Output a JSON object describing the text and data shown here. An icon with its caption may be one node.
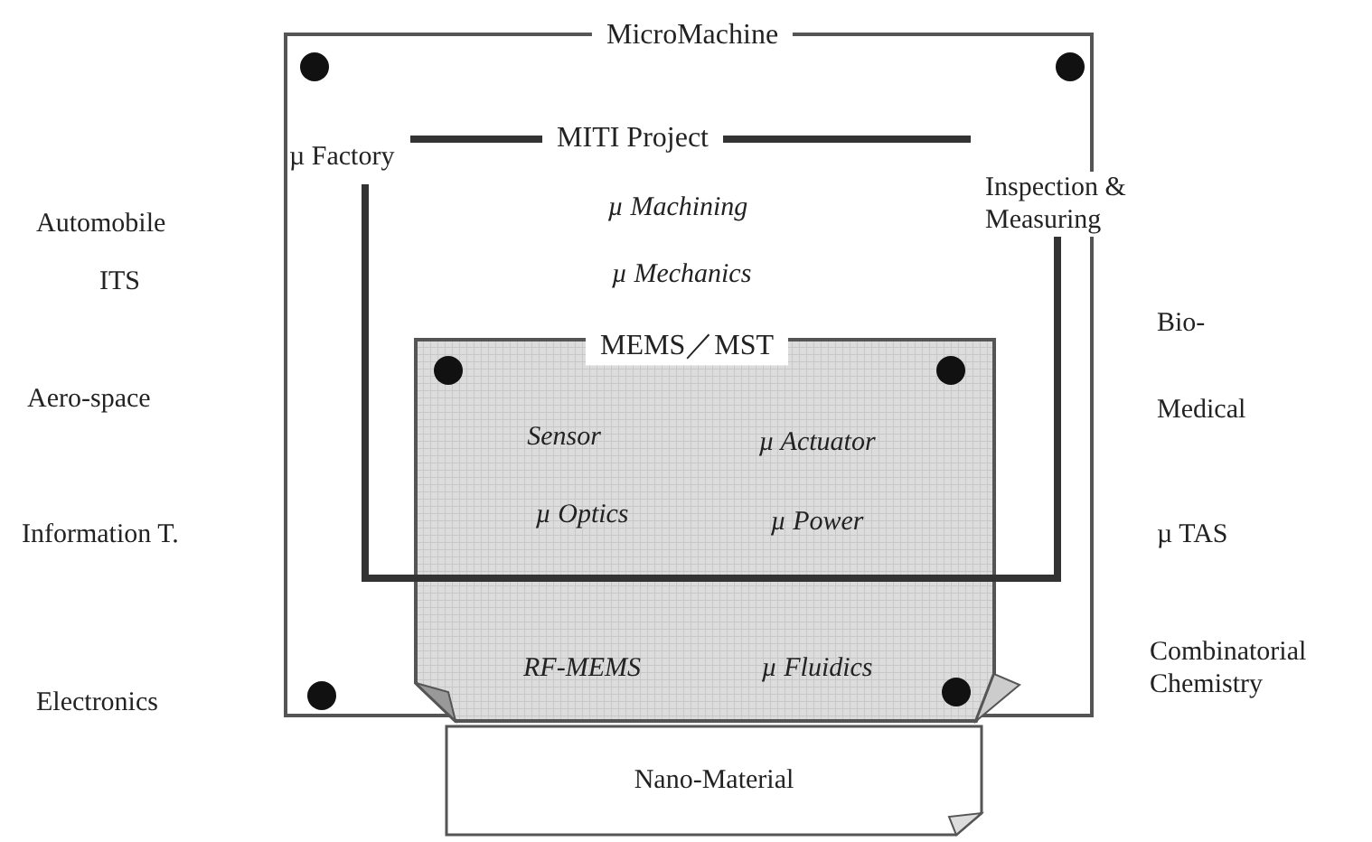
{
  "diagram": {
    "nodes": [
      {
        "text": [
          "MicroMachine"
        ]
      },
      {
        "text": [
          "MITI Project",
          "µ Machining",
          "µ Mechanics"
        ],
        "in": 0
      },
      {
        "text": [
          "MEMS／MST",
          "Sensor",
          "µ Actuator",
          "µ Optics",
          "µ Power",
          "RF-MEMS",
          "µ Fluidics"
        ],
        "in": 0
      },
      {
        "text": [
          "Nano-Material"
        ]
      }
    ],
    "edges": [],
    "labels": [
      "µ Factory",
      "Inspection & Measuring",
      "Automobile",
      "ITS",
      "Bio-",
      "Aero-space",
      "Medical",
      "Information T.",
      "µ TAS",
      "Combinatorial Chemistry",
      "Electronics"
    ]
  }
}
